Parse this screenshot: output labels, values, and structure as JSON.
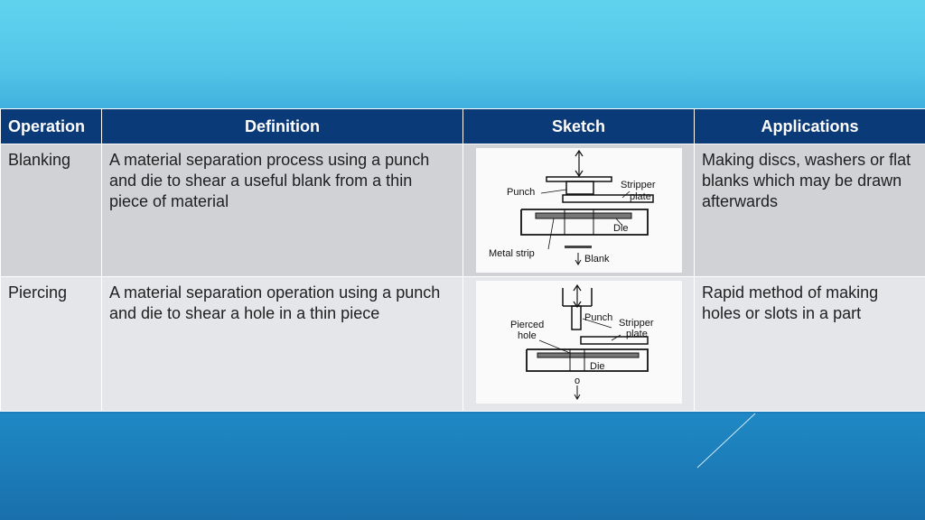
{
  "table": {
    "headers": [
      "Operation",
      "Definition",
      "Sketch",
      "Applications"
    ],
    "rows": [
      {
        "operation": "Blanking",
        "definition": "A material separation process using a punch and die to shear a useful blank from a thin piece of material",
        "application": "Making discs, washers or flat blanks which may be drawn afterwards",
        "sketch_labels": {
          "punch": "Punch",
          "stripper_line1": "Stripper",
          "stripper_line2": "plate",
          "die": "Die",
          "metal_strip": "Metal strip",
          "blank": "Blank"
        }
      },
      {
        "operation": "Piercing",
        "definition": "A material separation operation using a punch and die to shear a hole in a thin piece",
        "application": "Rapid method of making holes or slots in a part",
        "sketch_labels": {
          "pierced_line1": "Pierced",
          "pierced_line2": "hole",
          "punch": "Punch",
          "stripper_line1": "Stripper",
          "stripper_line2": "plate",
          "die": "Die",
          "slug": "o"
        }
      }
    ]
  },
  "colors": {
    "header_bg": "#0b3a78",
    "row_a_bg": "#d0d2d6",
    "row_b_bg": "#e4e6ea",
    "top_band": "#5fd3ee",
    "bottom_band": "#1c7fbb"
  }
}
